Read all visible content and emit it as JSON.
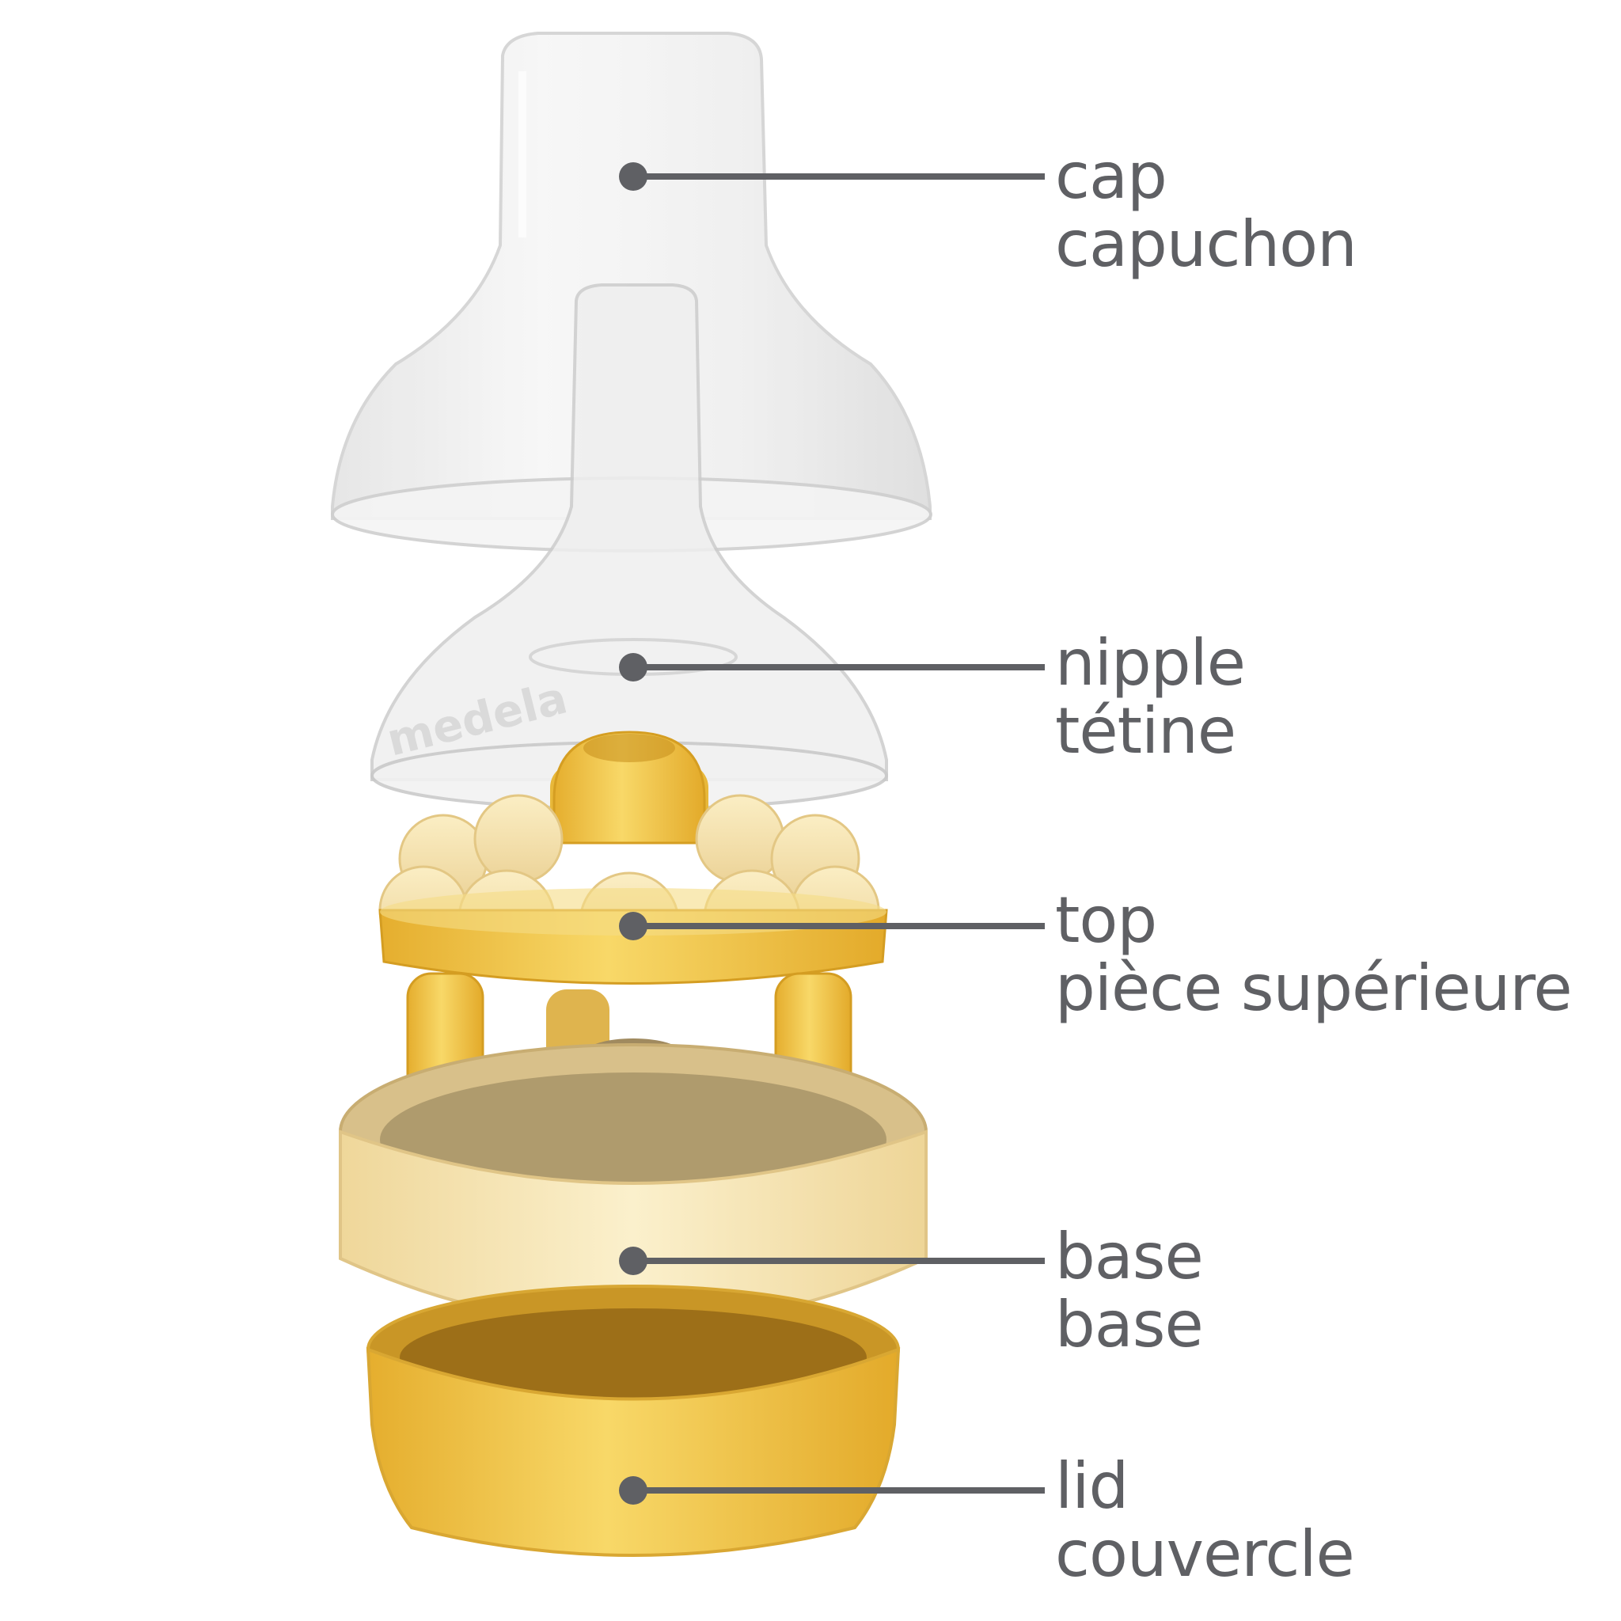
{
  "product": {
    "brand_mark": "medela"
  },
  "colors": {
    "leader": "#5f6064",
    "label_text": "#5f6064",
    "clear_plastic": "#eeeeee",
    "yellow": "#f6d35e",
    "deep_yellow": "#e8b83a",
    "cream": "#f8e8b4",
    "tan": "#b19a6c"
  },
  "callouts": [
    {
      "id": "cap",
      "en": "cap",
      "fr": "capuchon"
    },
    {
      "id": "nipple",
      "en": "nipple",
      "fr": "tétine"
    },
    {
      "id": "top",
      "en": "top",
      "fr": "pièce supérieure"
    },
    {
      "id": "base",
      "en": "base",
      "fr": "base"
    },
    {
      "id": "lid",
      "en": "lid",
      "fr": "couvercle"
    }
  ]
}
